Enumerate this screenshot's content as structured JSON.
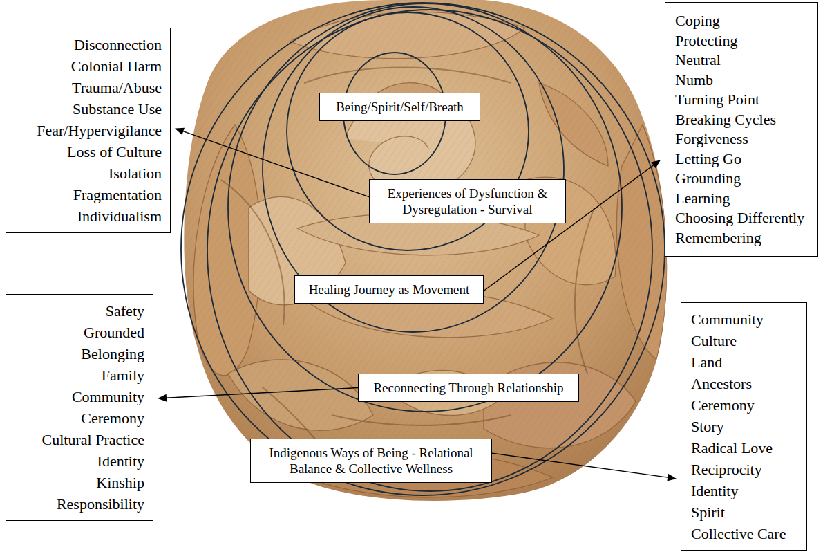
{
  "diagram": {
    "nodes": [
      {
        "text": [
          "Disconnection",
          "Colonial Harm",
          "Trauma/Abuse",
          "Substance Use",
          "Fear/Hypervigilance",
          "Loss of Culture",
          "Isolation",
          "Fragmentation",
          "Individualism"
        ]
      },
      {
        "text": [
          "Coping",
          "Protecting",
          "Neutral",
          "Numb",
          "Turning Point",
          "Breaking Cycles",
          "Forgiveness",
          "Letting Go",
          "Grounding",
          "Learning",
          "Choosing Differently",
          "Remembering"
        ]
      },
      {
        "text": [
          "Being/Spirit/Self/Breath"
        ]
      },
      {
        "text": [
          "Experiences of Dysfunction & Dysregulation - Survival"
        ]
      },
      {
        "text": [
          "Healing Journey as Movement"
        ]
      },
      {
        "text": [
          "Safety",
          "Grounded",
          "Belonging",
          "Family",
          "Community",
          "Ceremony",
          "Cultural Practice",
          "Identity",
          "Kinship",
          "Responsibility"
        ]
      },
      {
        "text": [
          "Community",
          "Culture",
          "Land",
          "Ancestors",
          "Ceremony",
          "Story",
          "Radical Love",
          "Reciprocity",
          "Identity",
          "Spirit",
          "Collective Care"
        ]
      },
      {
        "text": [
          "Reconnecting Through Relationship"
        ]
      },
      {
        "text": [
          "Indigenous Ways of Being - Relational Balance & Collective Wellness"
        ]
      }
    ],
    "edges": [
      {
        "from": 3,
        "to": 0,
        "arrow": "to"
      },
      {
        "from": 4,
        "to": 1,
        "arrow": "to"
      },
      {
        "from": 7,
        "to": 5,
        "arrow": "to"
      },
      {
        "from": 8,
        "to": 6,
        "arrow": "to"
      }
    ]
  }
}
